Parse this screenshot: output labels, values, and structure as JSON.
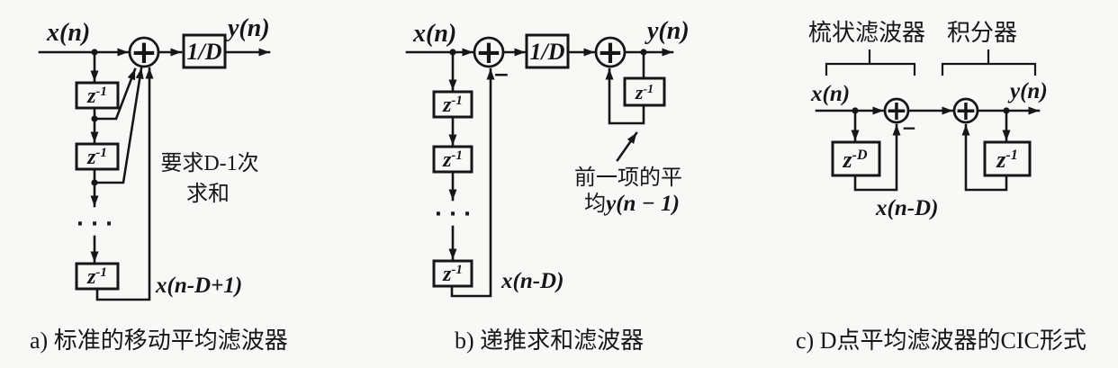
{
  "page": {
    "background": "#f8f8f6",
    "ink": "#161616"
  },
  "diagram_a": {
    "input_label": "x(n)",
    "output_label": "y(n)",
    "adder_symbol": "+",
    "gain_label": "1/D",
    "delay_base": "z",
    "delay_sup": "-1",
    "ellipsis": "· · ·",
    "tap_label": "x(n-D+1)",
    "note_line1": "要求D-1次",
    "note_line2": "求和",
    "caption": "a) 标准的移动平均滤波器"
  },
  "diagram_b": {
    "input_label": "x(n)",
    "output_label": "y(n)",
    "adder_symbol": "+",
    "minus_symbol": "−",
    "gain_label": "1/D",
    "delay_base": "z",
    "delay_sup": "-1",
    "ellipsis": "· · ·",
    "tap_label": "x(n-D)",
    "note_line1": "前一项的平",
    "note_line2_prefix": "均",
    "note_line2_math": "y(n − 1)",
    "caption": "b) 递推求和滤波器"
  },
  "diagram_c": {
    "comb_section_label": "梳状滤波器",
    "integrator_section_label": "积分器",
    "input_label": "x(n)",
    "output_label": "y(n)",
    "adder_symbol": "+",
    "minus_symbol": "−",
    "comb_delay_base": "z",
    "comb_delay_sup": "-D",
    "int_delay_base": "z",
    "int_delay_sup": "-1",
    "tap_label": "x(n-D)",
    "caption": "c) D点平均滤波器的CIC形式"
  }
}
